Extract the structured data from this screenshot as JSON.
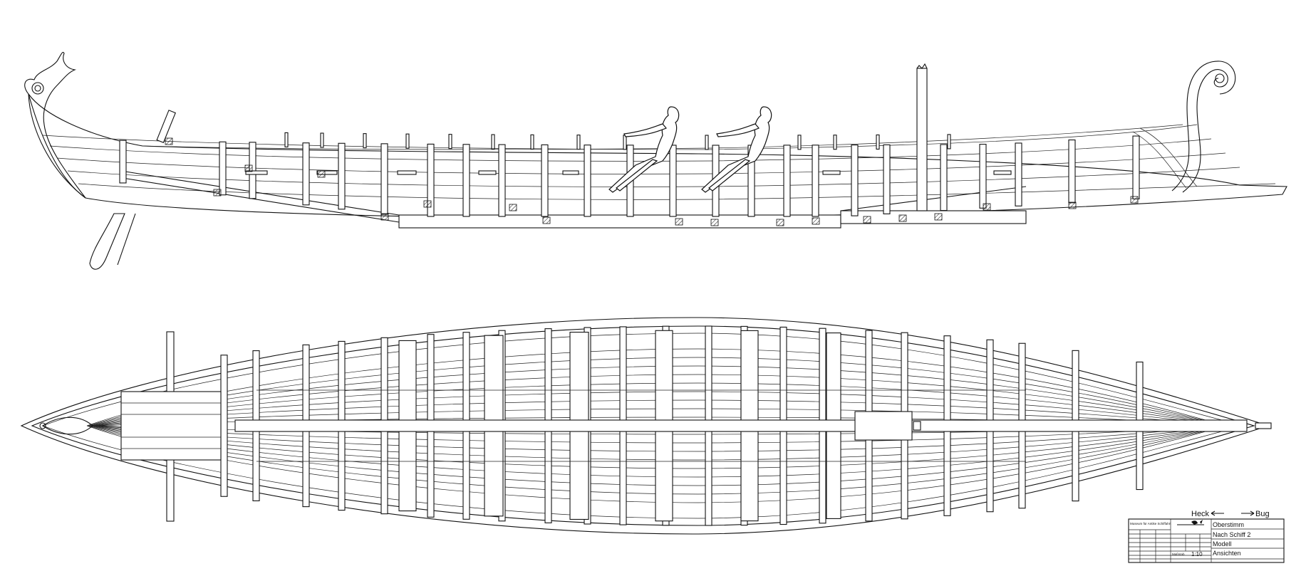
{
  "direction_legend": {
    "stern": "Heck",
    "bow": "Bug"
  },
  "title_block": {
    "institution": "Museum für Antike Schiffahrt",
    "subject": "Oberstimm",
    "source": "Nach Schiff 2",
    "type": "Modell",
    "scale_label": "Maßstab",
    "scale": "1:10",
    "view": "Ansichten"
  }
}
